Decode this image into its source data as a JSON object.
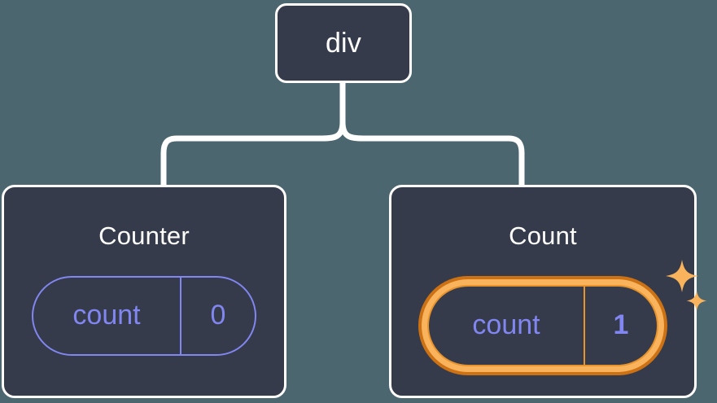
{
  "diagram": {
    "type": "component-tree",
    "background_color": "#4c6670",
    "connector_color": "#ffffff",
    "node_fill": "#353b4a",
    "node_border": "#ffffff",
    "accent_state": "#8186f0",
    "accent_highlight": "#f9b35c",
    "accent_highlight_dark": "#cc7214",
    "root": {
      "label": "div"
    },
    "children": [
      {
        "title": "Counter",
        "state": {
          "key": "count",
          "value": "0",
          "highlighted": "false"
        }
      },
      {
        "title": "Count",
        "state": {
          "key": "count",
          "value": "1",
          "highlighted": "true"
        },
        "sparkle_icons": "2"
      }
    ]
  }
}
